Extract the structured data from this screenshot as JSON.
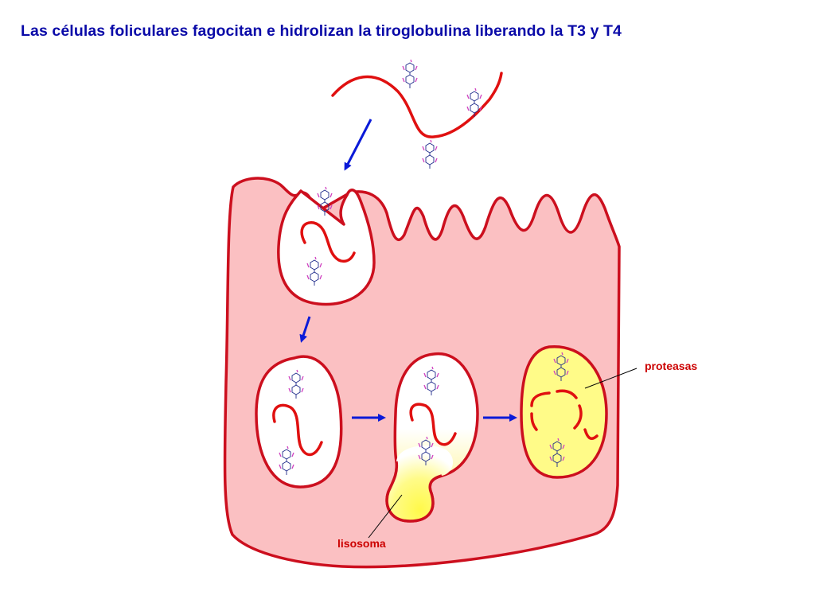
{
  "title": "Las células foliculares fagocitan e hidrolizan la tiroglobulina liberando la T3 y T4",
  "labels": {
    "proteasas": "proteasas",
    "lisosoma": "lisosoma"
  },
  "colors": {
    "title": "#0a0aa8",
    "cell_fill": "#fbc0c2",
    "cell_outline": "#cc0f1e",
    "protein_chain": "#e01010",
    "arrow": "#0a1ad8",
    "lysosome": "#fffb88",
    "label": "#cc0000",
    "hormone_ring": "#1e2a8a",
    "iodine": "#d040c0"
  },
  "icons": {
    "hormone_molecule": "iodinated-tyrosine-icon"
  }
}
